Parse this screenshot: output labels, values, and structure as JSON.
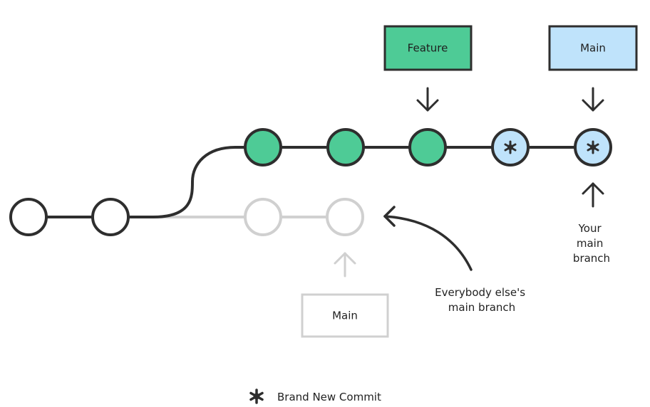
{
  "labels": {
    "feature": "Feature",
    "main_top": "Main",
    "main_bottom": "Main",
    "your_main_line1": "Your",
    "your_main_line2": "main",
    "your_main_line3": "branch",
    "everybody_line1": "Everybody else's",
    "everybody_line2": "main branch",
    "legend": "Brand New Commit"
  },
  "colors": {
    "stroke_dark": "#2e2e2e",
    "stroke_faded": "#d0d0d0",
    "commit_green": "#4ecb96",
    "commit_blue": "#bfe3fb",
    "box_green": "#4ecb96",
    "box_blue": "#bfe3fb"
  },
  "icons": {
    "new_commit": "asterisk-icon",
    "pointer": "arrow-icon"
  }
}
